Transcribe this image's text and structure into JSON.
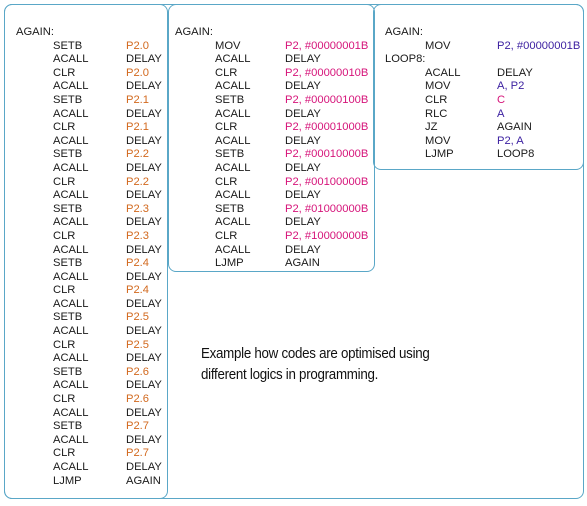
{
  "column1": {
    "label": "AGAIN:",
    "lines": [
      {
        "op": "SETB",
        "arg": "P2.0",
        "color": "orange"
      },
      {
        "op": "ACALL",
        "arg": "DELAY",
        "color": "dark"
      },
      {
        "op": "CLR",
        "arg": "P2.0",
        "color": "orange"
      },
      {
        "op": "ACALL",
        "arg": "DELAY",
        "color": "dark"
      },
      {
        "op": "SETB",
        "arg": "P2.1",
        "color": "orange"
      },
      {
        "op": "ACALL",
        "arg": "DELAY",
        "color": "dark"
      },
      {
        "op": "CLR",
        "arg": "P2.1",
        "color": "orange"
      },
      {
        "op": "ACALL",
        "arg": "DELAY",
        "color": "dark"
      },
      {
        "op": "SETB",
        "arg": "P2.2",
        "color": "orange"
      },
      {
        "op": "ACALL",
        "arg": "DELAY",
        "color": "dark"
      },
      {
        "op": "CLR",
        "arg": "P2.2",
        "color": "orange"
      },
      {
        "op": "ACALL",
        "arg": "DELAY",
        "color": "dark"
      },
      {
        "op": "SETB",
        "arg": "P2.3",
        "color": "orange"
      },
      {
        "op": "ACALL",
        "arg": "DELAY",
        "color": "dark"
      },
      {
        "op": "CLR",
        "arg": "P2.3",
        "color": "orange"
      },
      {
        "op": "ACALL",
        "arg": "DELAY",
        "color": "dark"
      },
      {
        "op": "SETB",
        "arg": "P2.4",
        "color": "orange"
      },
      {
        "op": "ACALL",
        "arg": "DELAY",
        "color": "dark"
      },
      {
        "op": "CLR",
        "arg": "P2.4",
        "color": "orange"
      },
      {
        "op": "ACALL",
        "arg": "DELAY",
        "color": "dark"
      },
      {
        "op": "SETB",
        "arg": "P2.5",
        "color": "orange"
      },
      {
        "op": "ACALL",
        "arg": "DELAY",
        "color": "dark"
      },
      {
        "op": "CLR",
        "arg": "P2.5",
        "color": "orange"
      },
      {
        "op": "ACALL",
        "arg": "DELAY",
        "color": "dark"
      },
      {
        "op": "SETB",
        "arg": "P2.6",
        "color": "orange"
      },
      {
        "op": "ACALL",
        "arg": "DELAY",
        "color": "dark"
      },
      {
        "op": "CLR",
        "arg": "P2.6",
        "color": "orange"
      },
      {
        "op": "ACALL",
        "arg": "DELAY",
        "color": "dark"
      },
      {
        "op": "SETB",
        "arg": "P2.7",
        "color": "orange"
      },
      {
        "op": "ACALL",
        "arg": "DELAY",
        "color": "dark"
      },
      {
        "op": "CLR",
        "arg": "P2.7",
        "color": "orange"
      },
      {
        "op": "ACALL",
        "arg": "DELAY",
        "color": "dark"
      },
      {
        "op": "LJMP",
        "arg": "AGAIN",
        "color": "dark"
      }
    ]
  },
  "column2": {
    "label": "AGAIN:",
    "lines": [
      {
        "op": "MOV",
        "arg": "P2, #00000001B",
        "color": "magenta"
      },
      {
        "op": "ACALL",
        "arg": "DELAY",
        "color": "dark"
      },
      {
        "op": "CLR",
        "arg": "P2, #00000010B",
        "color": "magenta"
      },
      {
        "op": "ACALL",
        "arg": "DELAY",
        "color": "dark"
      },
      {
        "op": "SETB",
        "arg": "P2, #00000100B",
        "color": "magenta"
      },
      {
        "op": "ACALL",
        "arg": "DELAY",
        "color": "dark"
      },
      {
        "op": "CLR",
        "arg": "P2, #00001000B",
        "color": "magenta"
      },
      {
        "op": "ACALL",
        "arg": "DELAY",
        "color": "dark"
      },
      {
        "op": "SETB",
        "arg": "P2, #00010000B",
        "color": "magenta"
      },
      {
        "op": "ACALL",
        "arg": "DELAY",
        "color": "dark"
      },
      {
        "op": "CLR",
        "arg": "P2, #00100000B",
        "color": "magenta"
      },
      {
        "op": "ACALL",
        "arg": "DELAY",
        "color": "dark"
      },
      {
        "op": "SETB",
        "arg": "P2, #01000000B",
        "color": "magenta"
      },
      {
        "op": "ACALL",
        "arg": "DELAY",
        "color": "dark"
      },
      {
        "op": "CLR",
        "arg": "P2, #10000000B",
        "color": "magenta"
      },
      {
        "op": "ACALL",
        "arg": "DELAY",
        "color": "dark"
      },
      {
        "op": "LJMP",
        "arg": "AGAIN",
        "color": "dark"
      }
    ]
  },
  "column3": {
    "label1": "AGAIN:",
    "first": {
      "op": "MOV",
      "arg": "P2, #00000001B",
      "color": "purple"
    },
    "label2": "LOOP8:",
    "lines": [
      {
        "op": "ACALL",
        "arg": "DELAY",
        "color": "dark"
      },
      {
        "op": "MOV",
        "arg": "A, P2",
        "color": "purple"
      },
      {
        "op": "CLR",
        "arg": "C",
        "color": "magenta"
      },
      {
        "op": "RLC",
        "arg": "A",
        "color": "purple"
      },
      {
        "op": "JZ",
        "arg": "AGAIN",
        "color": "dark"
      },
      {
        "op": "MOV",
        "arg": "P2, A",
        "color": "purple"
      },
      {
        "op": "LJMP",
        "arg": "LOOP8",
        "color": "dark"
      }
    ]
  },
  "caption": {
    "line1": "Example how codes are optimised using",
    "line2": "different logics in programming."
  },
  "colors": {
    "border": "#5aa7c7",
    "orange": "#d2691e",
    "magenta": "#d6147a",
    "purple": "#3a1ea0"
  }
}
